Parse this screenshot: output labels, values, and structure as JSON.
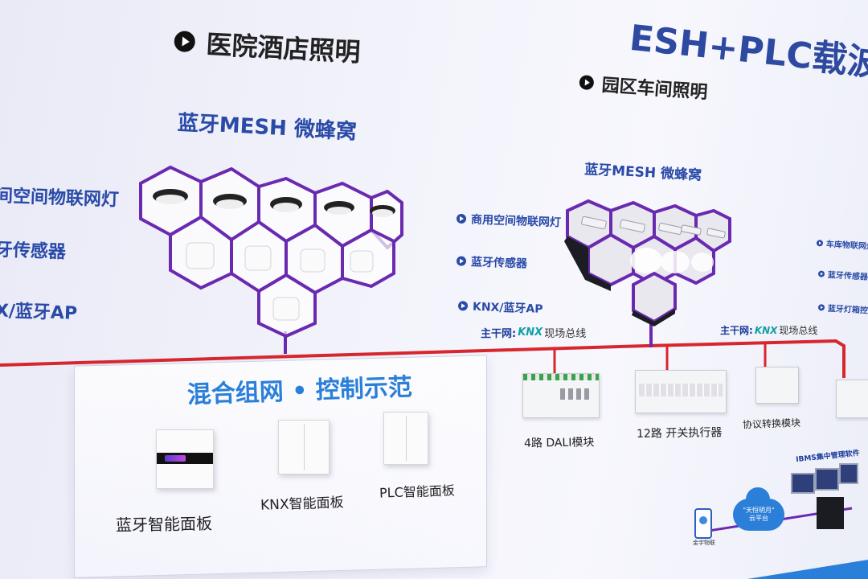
{
  "banner": {
    "title_text": "ESH+PLC载波",
    "title_big": "混合"
  },
  "left_section": {
    "title": "医院酒店照明",
    "mesh_title": "蓝牙MESH 微蜂窝",
    "labels": [
      "间空间物联网灯",
      "牙传感器",
      "X/蓝牙AP"
    ]
  },
  "right_section": {
    "title": "园区车间照明",
    "mesh_title": "蓝牙MESH 微蜂窝",
    "labels": [
      "商用空间物联网灯",
      "蓝牙传感器",
      "KNX/蓝牙AP"
    ]
  },
  "far_right_labels": [
    "车库物联网灯",
    "蓝牙传感器",
    "蓝牙灯箱控制"
  ],
  "bus": {
    "prefix": "主干网:",
    "knx": "KNX",
    "suffix": "现场总线"
  },
  "demo": {
    "title": "混合组网 • 控制示范",
    "panels": [
      "蓝牙智能面板",
      "KNX智能面板",
      "PLC智能面板"
    ]
  },
  "devices": [
    "4路 DALI模块",
    "12路 开关执行器",
    "协议转换模块"
  ],
  "ibms": {
    "label": "IBMS集中管理软件",
    "cloud": "\"天恒明月\"\n云平台",
    "phone_label": "金宇物联"
  },
  "colors": {
    "bus_red": "#d8262e",
    "purple": "#6a2ab0",
    "accent_blue": "#2a4aa8",
    "demo_blue": "#2a7fd9"
  }
}
